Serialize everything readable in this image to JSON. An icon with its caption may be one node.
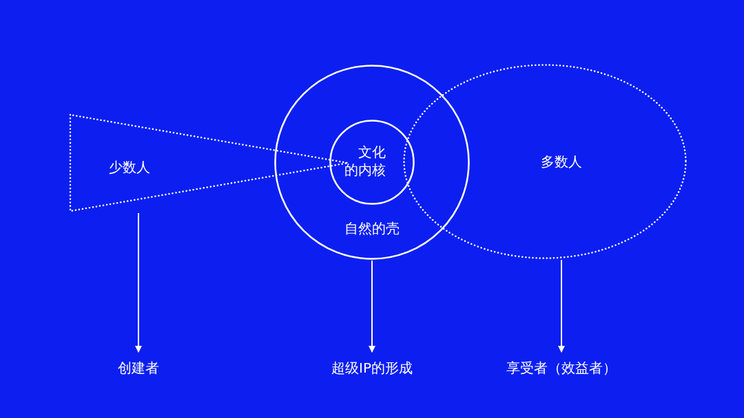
{
  "diagram": {
    "nodes": [
      {
        "text": [
          "少数人"
        ]
      },
      {
        "text": [
          "自然的壳"
        ]
      },
      {
        "text": [
          "文化的内核"
        ],
        "in": 1
      },
      {
        "text": [
          "多数人"
        ]
      },
      {
        "text": [
          "创建者"
        ]
      },
      {
        "text": [
          "超级IP的形成"
        ]
      },
      {
        "text": [
          "享受者（效益者）"
        ]
      }
    ],
    "edges": [
      {
        "from": 0,
        "to": 4,
        "arrow": "to"
      },
      {
        "from": 1,
        "to": 5,
        "arrow": "to"
      },
      {
        "from": 3,
        "to": 6,
        "arrow": "to"
      }
    ]
  }
}
